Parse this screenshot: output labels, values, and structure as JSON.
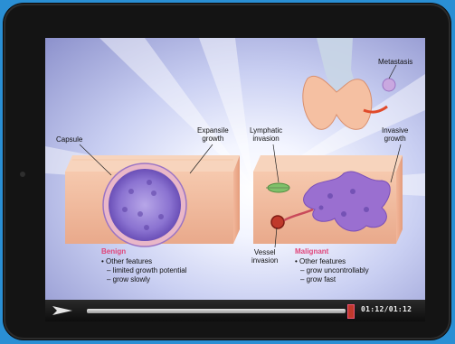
{
  "video": {
    "labels": {
      "capsule": "Capsule",
      "expansile_growth_1": "Expansile",
      "expansile_growth_2": "growth",
      "lymphatic_invasion_1": "Lymphatic",
      "lymphatic_invasion_2": "invasion",
      "metastasis": "Metastasis",
      "invasive_growth_1": "Invasive",
      "invasive_growth_2": "growth",
      "vessel_invasion_1": "Vessel",
      "vessel_invasion_2": "invasion"
    },
    "benign": {
      "title": "Benign",
      "lines": [
        "• Other features",
        "– limited growth potential",
        "– grow slowly"
      ]
    },
    "malignant": {
      "title": "Malignant",
      "lines": [
        "• Other features",
        "– grow uncontrollably",
        "– grow fast"
      ]
    }
  },
  "player": {
    "time": "01:12/01:12",
    "progress": 1.0,
    "icons": {
      "play": "play-icon",
      "volume": "volume-icon"
    },
    "colors": {
      "accent": "#c0392b"
    }
  }
}
